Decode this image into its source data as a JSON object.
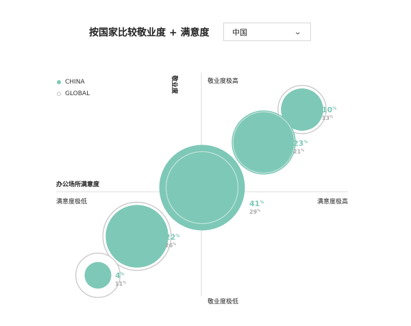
{
  "header": {
    "title": "按国家比较敬业度 + 满意度",
    "dropdown_value": "中国",
    "dropdown_chevron": "⌄"
  },
  "legend": {
    "china": "CHINA",
    "global": "GLOBAL"
  },
  "axes": {
    "y_top": "敬业度极高",
    "y_bottom": "敬业度极低",
    "y_name": "敬业度",
    "x_name": "办公场所满意度",
    "x_left": "满意度极低",
    "x_right": "满意度极高"
  },
  "colors": {
    "china": "#7ec8b7",
    "global": "#cccccc"
  },
  "chart_data": {
    "type": "bubble",
    "quadrant_groups": [
      {
        "quadrant": "high-engagement-high-satisfaction",
        "china": 10,
        "global": 13,
        "china_label": "10",
        "global_label": "13"
      },
      {
        "quadrant": "moderate-engagement-high-satisfaction",
        "china": 23,
        "global": 21,
        "china_label": "23",
        "global_label": "21"
      },
      {
        "quadrant": "center",
        "china": 41,
        "global": 29,
        "china_label": "41",
        "global_label": "29"
      },
      {
        "quadrant": "low-engagement-low-satisfaction",
        "china": 22,
        "global": 26,
        "china_label": "22",
        "global_label": "26"
      },
      {
        "quadrant": "very-low-engagement-low-satisfaction",
        "china": 4,
        "global": 11,
        "china_label": "4",
        "global_label": "11"
      }
    ],
    "unit": "%",
    "series": [
      {
        "name": "CHINA"
      },
      {
        "name": "GLOBAL"
      }
    ]
  }
}
